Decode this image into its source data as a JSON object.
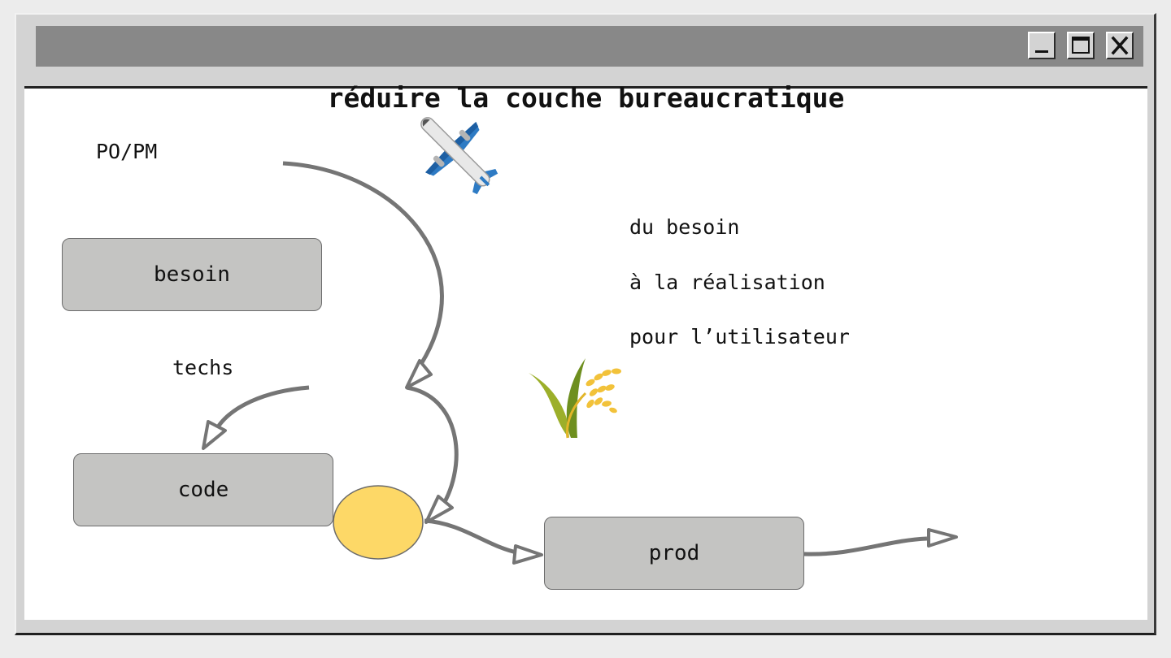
{
  "diagram": {
    "title": "réduire la couche bureaucratique",
    "labels": {
      "po_pm": "PO/PM",
      "techs": "techs"
    },
    "boxes": {
      "besoin": "besoin",
      "code": "code",
      "prod": "prod"
    },
    "text_lines": [
      "du besoin",
      "à la réalisation",
      "pour l’utilisateur"
    ]
  },
  "colors": {
    "box_fill": "#c4c4c2",
    "arrow": "#757575",
    "merge_node": "#fdd867",
    "titlebar": "#888888"
  },
  "icons": {
    "airplane": "airplane-icon",
    "grain": "rice-plant-icon"
  }
}
